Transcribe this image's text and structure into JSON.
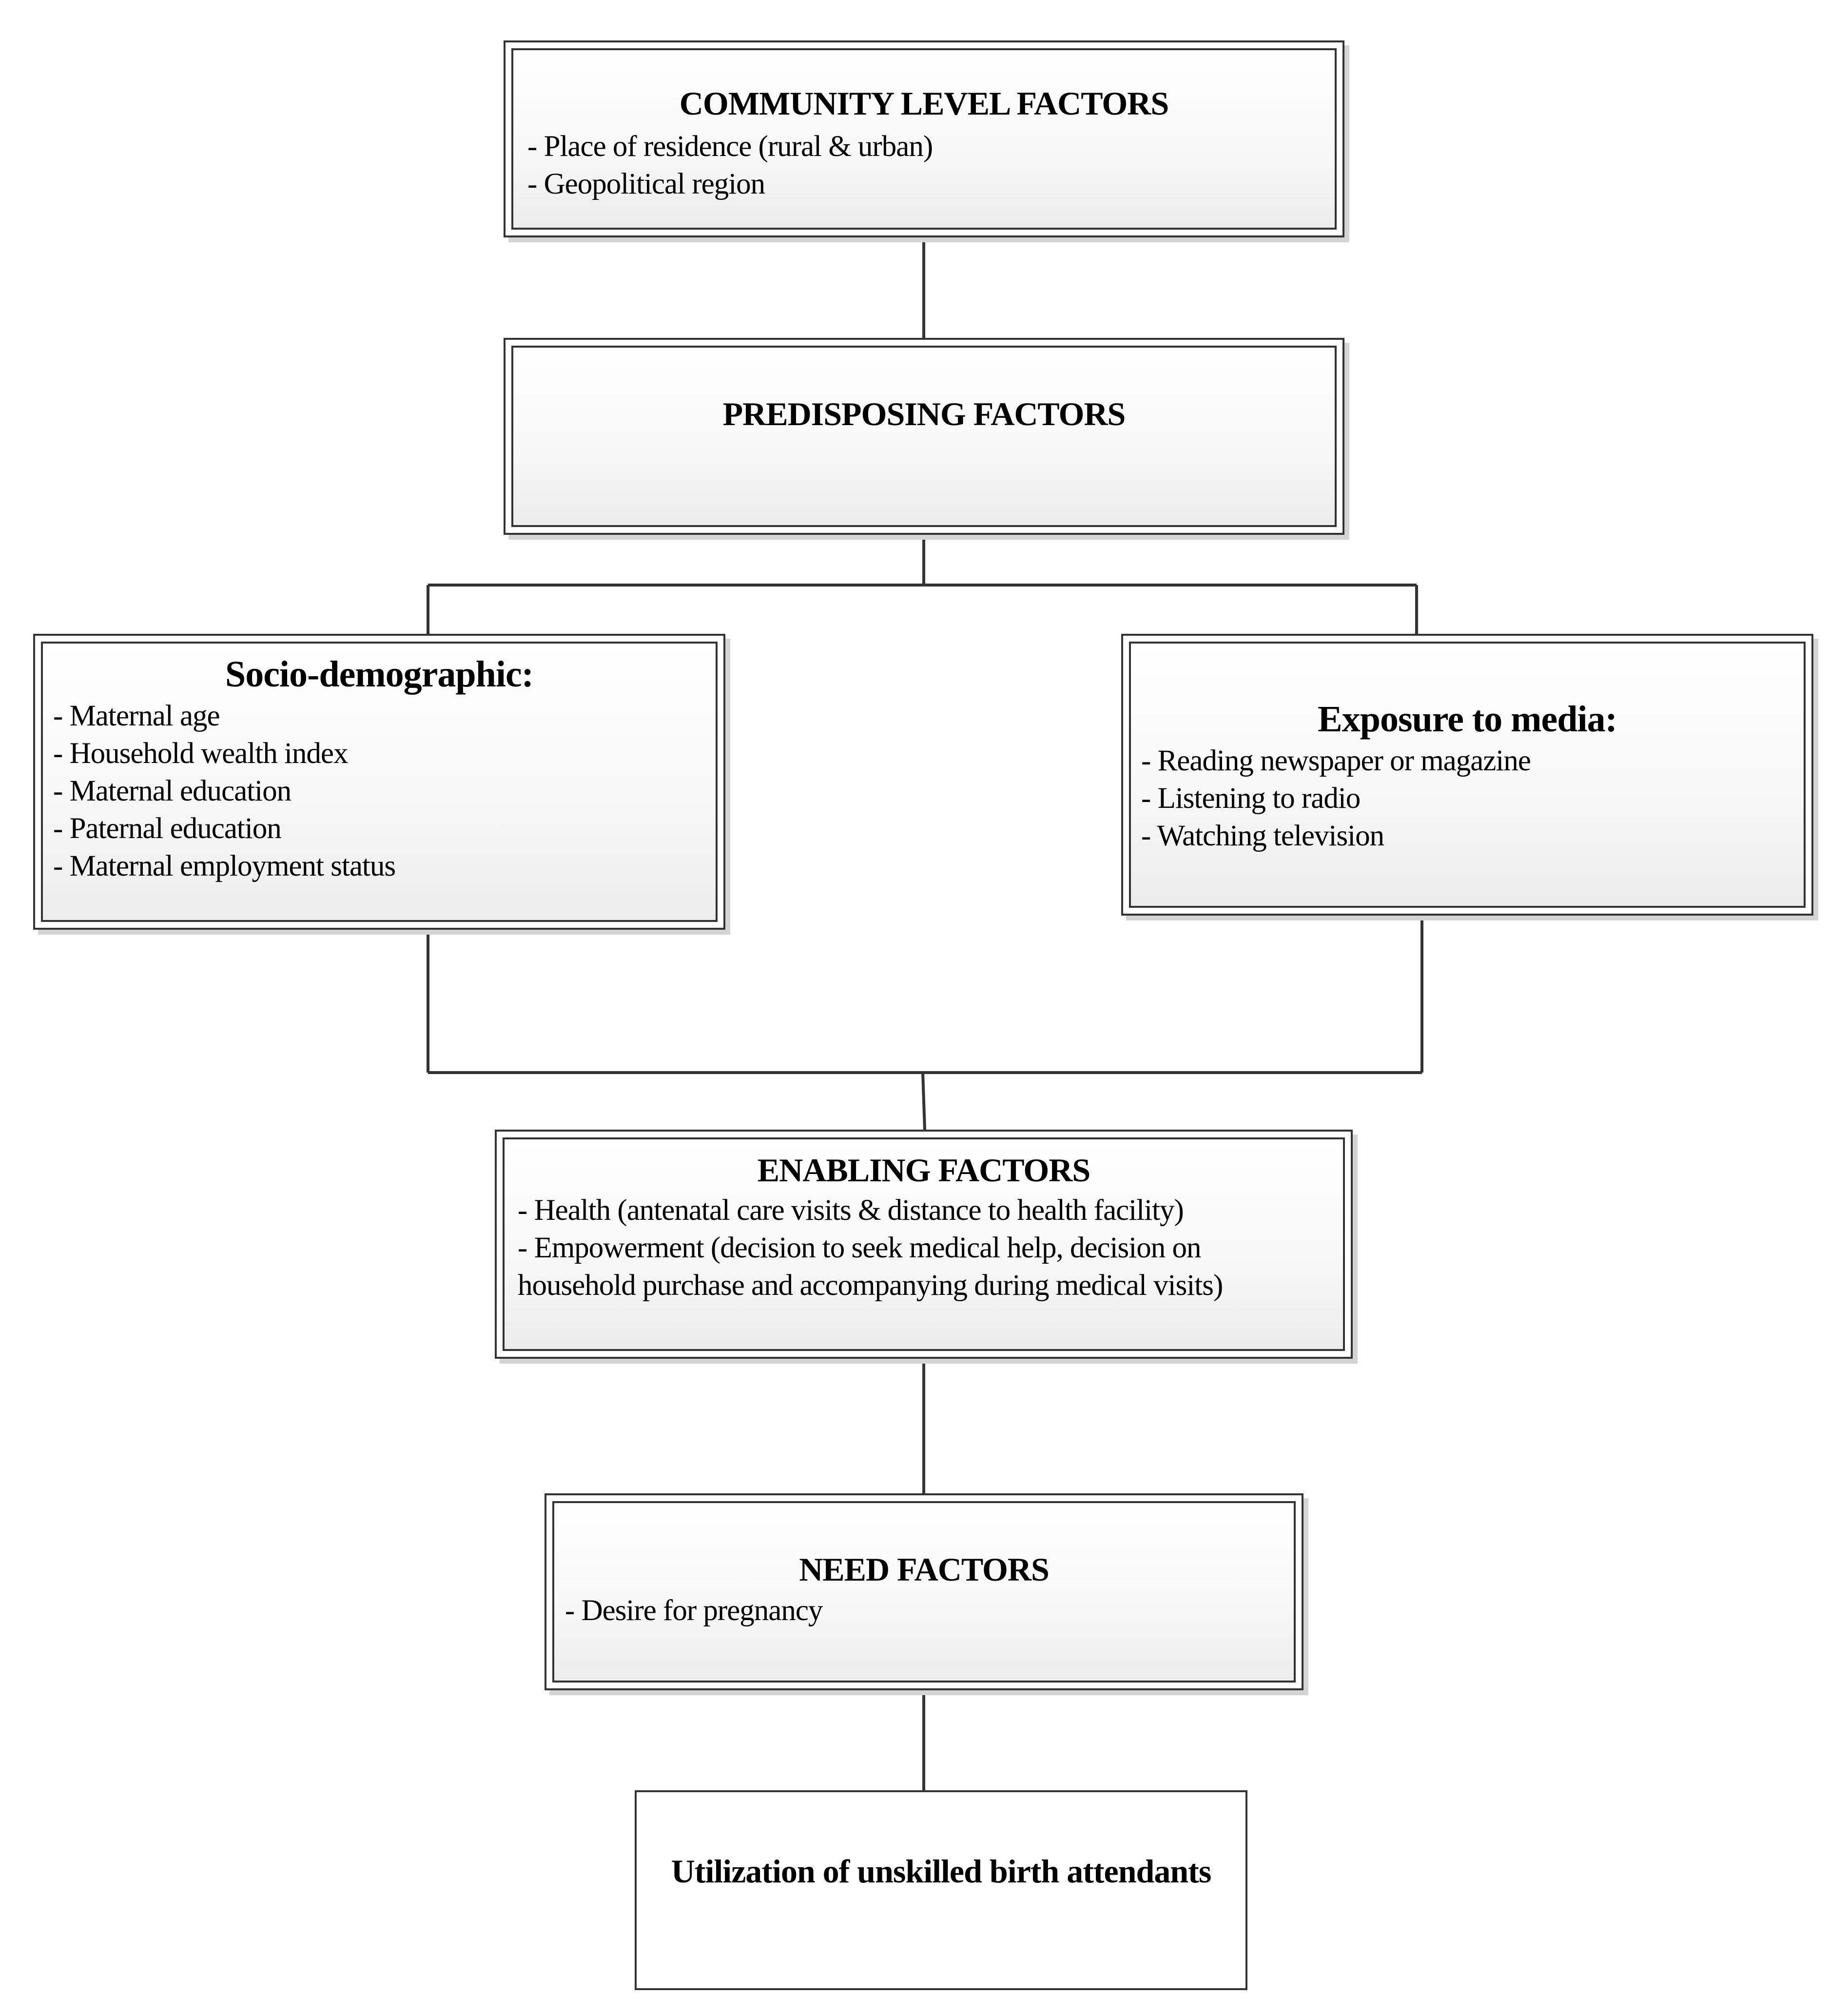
{
  "boxes": {
    "community": {
      "title": "COMMUNITY LEVEL FACTORS",
      "items": [
        "- Place of residence (rural & urban)",
        "- Geopolitical region"
      ]
    },
    "predisposing": {
      "title": "PREDISPOSING FACTORS"
    },
    "sociodemographic": {
      "title": "Socio-demographic:",
      "items": [
        "- Maternal age",
        "- Household wealth index",
        "- Maternal education",
        "- Paternal education",
        "- Maternal employment status"
      ]
    },
    "media": {
      "title": "Exposure to media:",
      "items": [
        "- Reading newspaper or magazine",
        "- Listening to radio",
        "- Watching television"
      ]
    },
    "enabling": {
      "title": "ENABLING FACTORS",
      "items": [
        "- Health (antenatal care visits & distance to health facility)",
        "- Empowerment (decision to seek medical help, decision on",
        "household purchase and accompanying during medical visits)"
      ]
    },
    "need": {
      "title": "NEED FACTORS",
      "items": [
        "- Desire for pregnancy"
      ]
    },
    "outcome": {
      "title": "Utilization of unskilled birth attendants"
    }
  }
}
